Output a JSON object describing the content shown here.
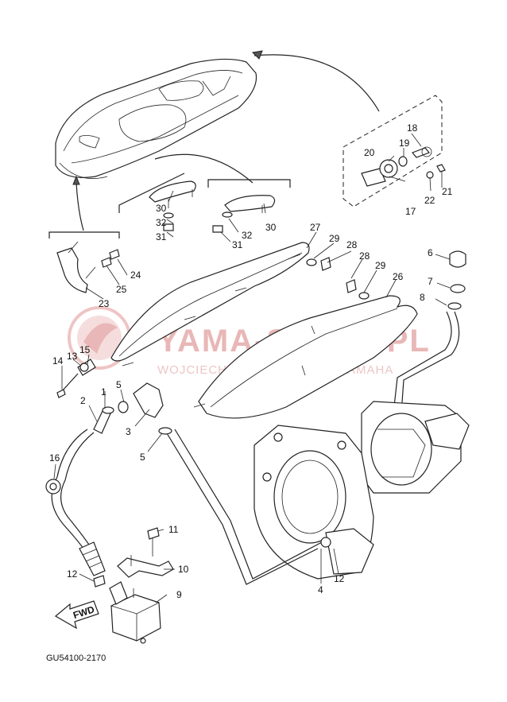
{
  "diagram_code": "GU54100-2170",
  "watermark": {
    "brand": "YAMA-SKLEP.PL",
    "tagline": "WOJCIECHOWICZ | DEALER YAMAHA"
  },
  "fwd_label": "FWD",
  "callouts": [
    "1",
    "2",
    "3",
    "4",
    "5",
    "5",
    "6",
    "7",
    "8",
    "9",
    "10",
    "11",
    "12",
    "12",
    "13",
    "14",
    "15",
    "16",
    "17",
    "18",
    "19",
    "20",
    "21",
    "22",
    "23",
    "24",
    "25",
    "26",
    "27",
    "28",
    "28",
    "29",
    "29",
    "30",
    "30",
    "31",
    "31",
    "32",
    "32"
  ]
}
